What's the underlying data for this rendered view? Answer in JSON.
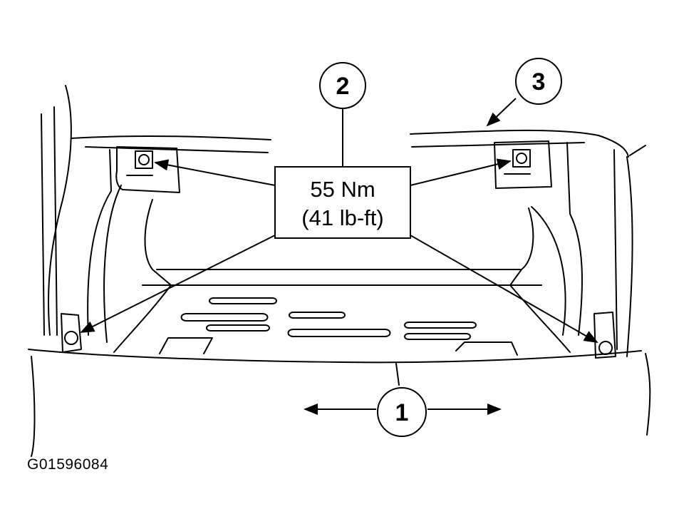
{
  "callouts": {
    "c1": "1",
    "c2": "2",
    "c3": "3"
  },
  "torque": {
    "line1": "55 Nm",
    "line2": "(41 lb-ft)"
  },
  "figure_id": "G01596084",
  "colors": {
    "ink": "#000000",
    "paper": "#ffffff"
  }
}
